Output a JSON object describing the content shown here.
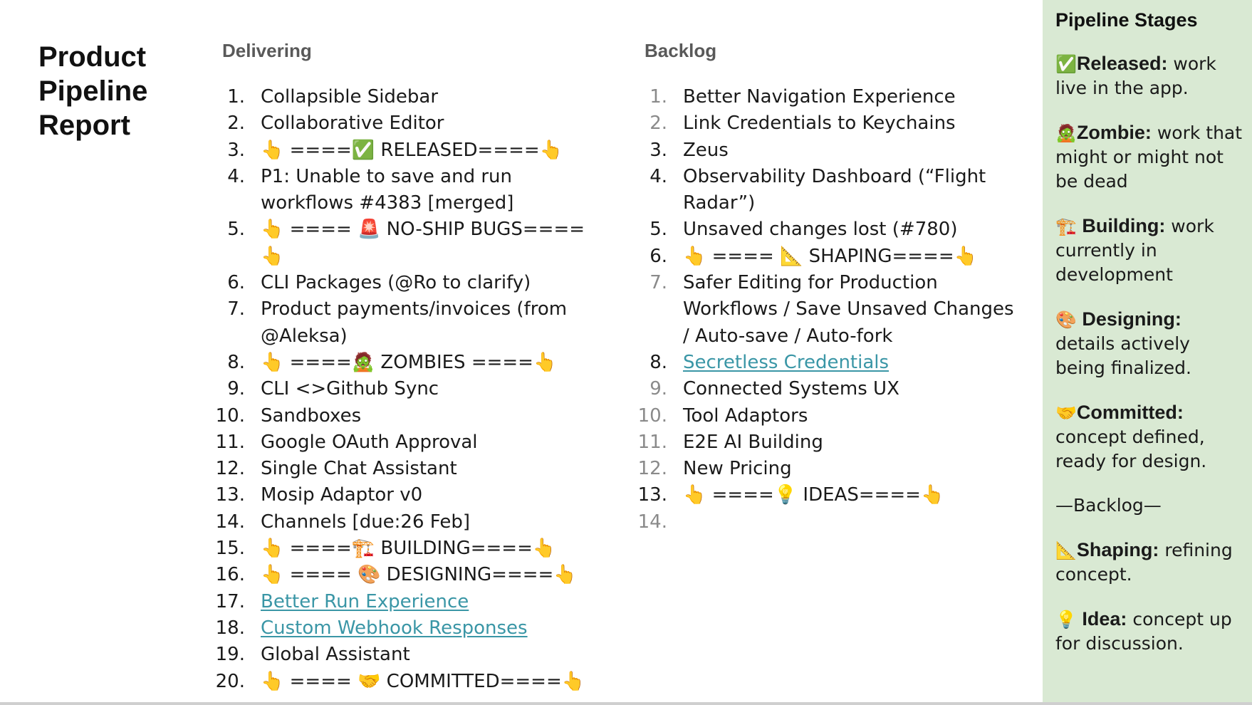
{
  "report": {
    "title": "Product Pipeline Report"
  },
  "delivering": {
    "heading": "Delivering",
    "items": [
      {
        "num": "1.",
        "text": "Collapsible Sidebar",
        "link": false
      },
      {
        "num": "2.",
        "text": "Collaborative Editor",
        "link": false
      },
      {
        "num": "3.",
        "text": "👆 ====✅ RELEASED====👆",
        "link": false
      },
      {
        "num": "4.",
        "text": "P1: Unable to save and run workflows #4383 [merged]",
        "link": false
      },
      {
        "num": "5.",
        "text": "👆 ==== 🚨 NO-SHIP BUGS====👆",
        "link": false
      },
      {
        "num": "6.",
        "text": "CLI Packages (@Ro to clarify)",
        "link": false
      },
      {
        "num": "7.",
        "text": "Product payments/invoices (from @Aleksa)",
        "link": false
      },
      {
        "num": "8.",
        "text": "👆 ====🧟 ZOMBIES ====👆",
        "link": false
      },
      {
        "num": "9.",
        "text": "CLI <>Github Sync",
        "link": false
      },
      {
        "num": "10.",
        "text": "Sandboxes",
        "link": false
      },
      {
        "num": "11.",
        "text": "Google OAuth Approval",
        "link": false
      },
      {
        "num": "12.",
        "text": "Single Chat Assistant",
        "link": false
      },
      {
        "num": "13.",
        "text": "Mosip Adaptor v0",
        "link": false
      },
      {
        "num": "14.",
        "text": "Channels [due:26 Feb]",
        "link": false
      },
      {
        "num": "15.",
        "text": "👆 ====🏗️ BUILDING====👆",
        "link": false
      },
      {
        "num": "16.",
        "text": "👆 ==== 🎨 DESIGNING====👆",
        "link": false
      },
      {
        "num": "17.",
        "text": "Better Run Experience",
        "link": true
      },
      {
        "num": "18.",
        "text": "Custom Webhook Responses",
        "link": true
      },
      {
        "num": "19.",
        "text": "Global Assistant",
        "link": false
      },
      {
        "num": "20.",
        "text": "👆 ==== 🤝 COMMITTED====👆",
        "link": false
      }
    ]
  },
  "backlog": {
    "heading": "Backlog",
    "items": [
      {
        "num": "1.",
        "text": "Better Navigation Experience",
        "link": false
      },
      {
        "num": "2.",
        "text": "Link Credentials to Keychains",
        "link": false
      },
      {
        "num": "3.",
        "text": "Zeus",
        "link": false
      },
      {
        "num": "4.",
        "text": "Observability Dashboard (“Flight Radar”)",
        "link": false
      },
      {
        "num": "5.",
        "text": "Unsaved changes lost (#780)",
        "link": false
      },
      {
        "num": "6.",
        "text": "👆 ==== 📐 SHAPING====👆",
        "link": false
      },
      {
        "num": "7.",
        "text": "Safer Editing for Production Workflows / Save Unsaved Changes / Auto-save / Auto-fork",
        "link": false
      },
      {
        "num": "8.",
        "text": "Secretless Credentials",
        "link": true
      },
      {
        "num": "9.",
        "text": "Connected Systems UX",
        "link": false
      },
      {
        "num": "10.",
        "text": "Tool Adaptors",
        "link": false
      },
      {
        "num": "11.",
        "text": "E2E AI Building",
        "link": false
      },
      {
        "num": "12.",
        "text": "New Pricing",
        "link": false
      },
      {
        "num": "13.",
        "text": "👆 ====💡 IDEAS====👆",
        "link": false
      },
      {
        "num": "14.",
        "text": "",
        "link": false
      }
    ]
  },
  "stages": {
    "title": "Pipeline Stages",
    "released": {
      "emoji": "✅",
      "label": "Released:",
      "desc": " work live in the app."
    },
    "zombie": {
      "emoji": "🧟",
      "label": "Zombie:",
      "desc": " work that might or might not be dead"
    },
    "building": {
      "emoji": "🏗️",
      "label": " Building:",
      "desc": " work currently in development"
    },
    "designing": {
      "emoji": "🎨",
      "label": " Designing:",
      "desc": " details actively being finalized."
    },
    "committed": {
      "emoji": "🤝",
      "label": "Committed:",
      "desc": " concept defined, ready for design."
    },
    "divider": "—Backlog—",
    "shaping": {
      "emoji": "📐",
      "label": "Shaping:",
      "desc": " refining concept."
    },
    "idea": {
      "emoji": "💡",
      "label": " Idea:",
      "desc": " concept up for discussion."
    }
  }
}
